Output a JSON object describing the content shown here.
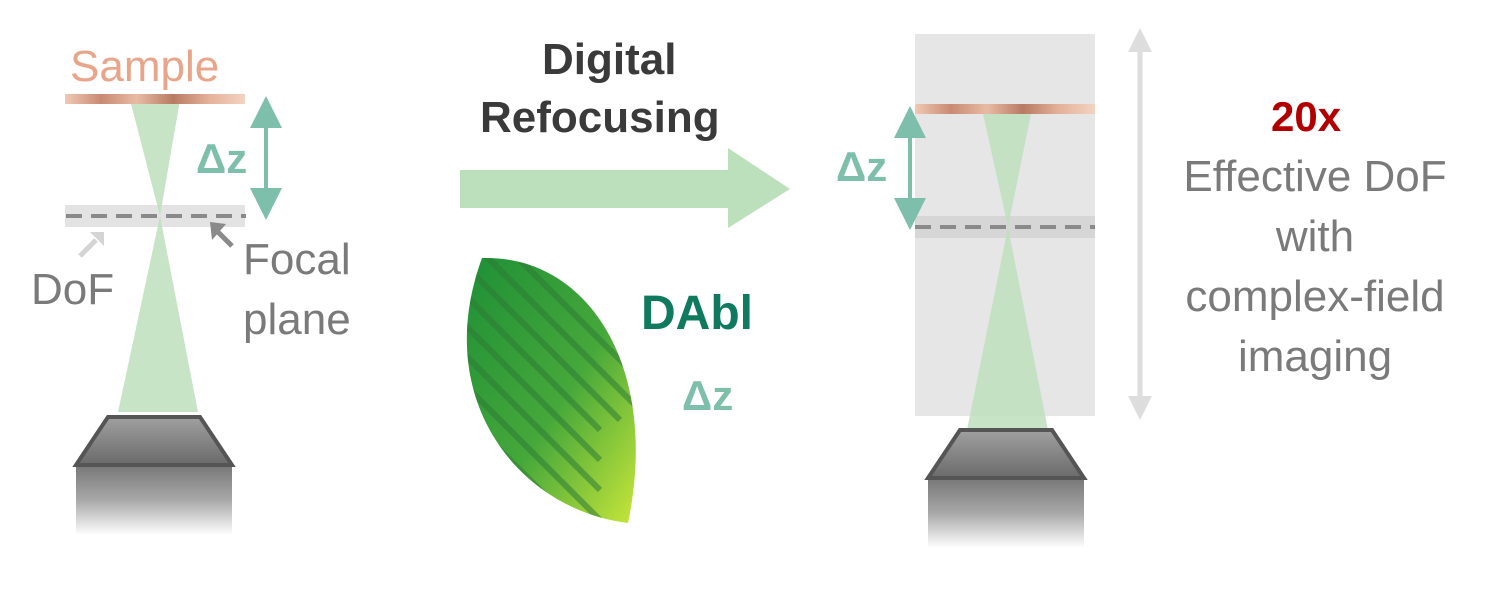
{
  "left_panel": {
    "sample_label": "Sample",
    "delta_z_label": "Δz",
    "dof_label": "DoF",
    "focal_plane_label_line1": "Focal",
    "focal_plane_label_line2": "plane"
  },
  "middle_panel": {
    "title_line1": "Digital",
    "title_line2": "Refocusing",
    "dabl_label": "DAbl",
    "delta_z_label": "Δz"
  },
  "right_panel": {
    "delta_z_label": "Δz",
    "magnification_label": "20x",
    "caption_line1": "Effective DoF",
    "caption_line2": "with",
    "caption_line3": "complex-field",
    "caption_line4": "imaging"
  },
  "colors": {
    "sample": "#e8a58a",
    "teal": "#7dbfaa",
    "dark_teal": "#0f7a5e",
    "gray_text": "#7a7a7a",
    "dark_text": "#3a3a3a",
    "red": "#b20000",
    "light_green": "#bde0bc"
  }
}
